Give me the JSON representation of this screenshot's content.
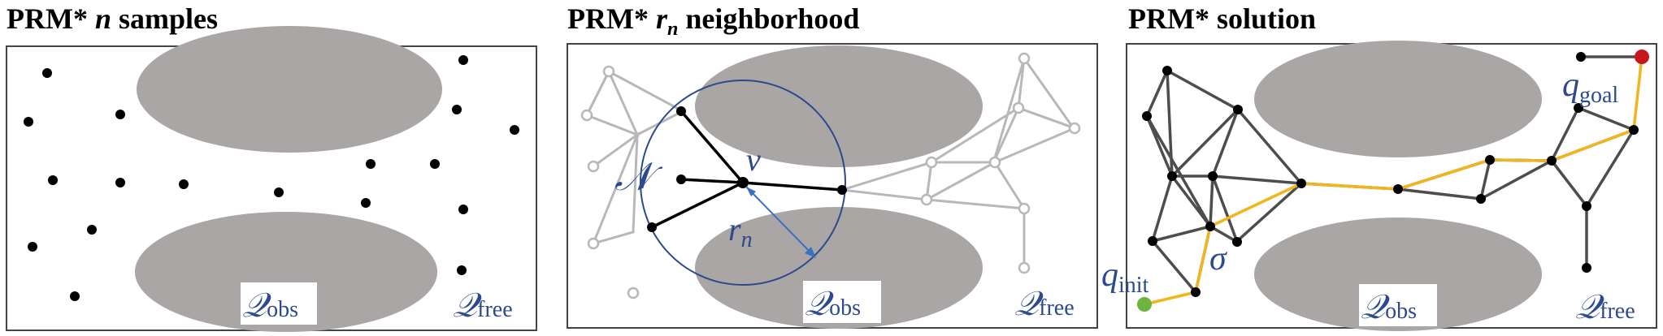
{
  "panels": [
    {
      "title_prefix": "PRM*",
      "title_var": "n",
      "title_suffix": "samples"
    },
    {
      "title_prefix": "PRM*",
      "title_var": "r",
      "title_sub": "n",
      "title_suffix": "neighborhood"
    },
    {
      "title_prefix": "PRM*",
      "title_suffix": "solution"
    }
  ],
  "labels": {
    "q_obs_main": "𝒬",
    "q_obs_sub": "obs",
    "q_free_main": "𝒬",
    "q_free_sub": "free",
    "nbhd": "𝒩",
    "v": "v",
    "r": "r",
    "r_sub": "n",
    "q_goal": "q",
    "q_goal_sub": "goal",
    "q_init": "q",
    "q_init_sub": "init",
    "sigma": "σ"
  },
  "colors": {
    "obstacle": "#aaa6a5",
    "node": "#000000",
    "graph_gray": "#b8b8b8",
    "graph_dark": "#4d4d4d",
    "solution": "#f2b51c",
    "label_blue": "#2c4a8c",
    "circle_blue": "#2c4a8c",
    "goal": "#c8161d",
    "init": "#6db33f"
  }
}
